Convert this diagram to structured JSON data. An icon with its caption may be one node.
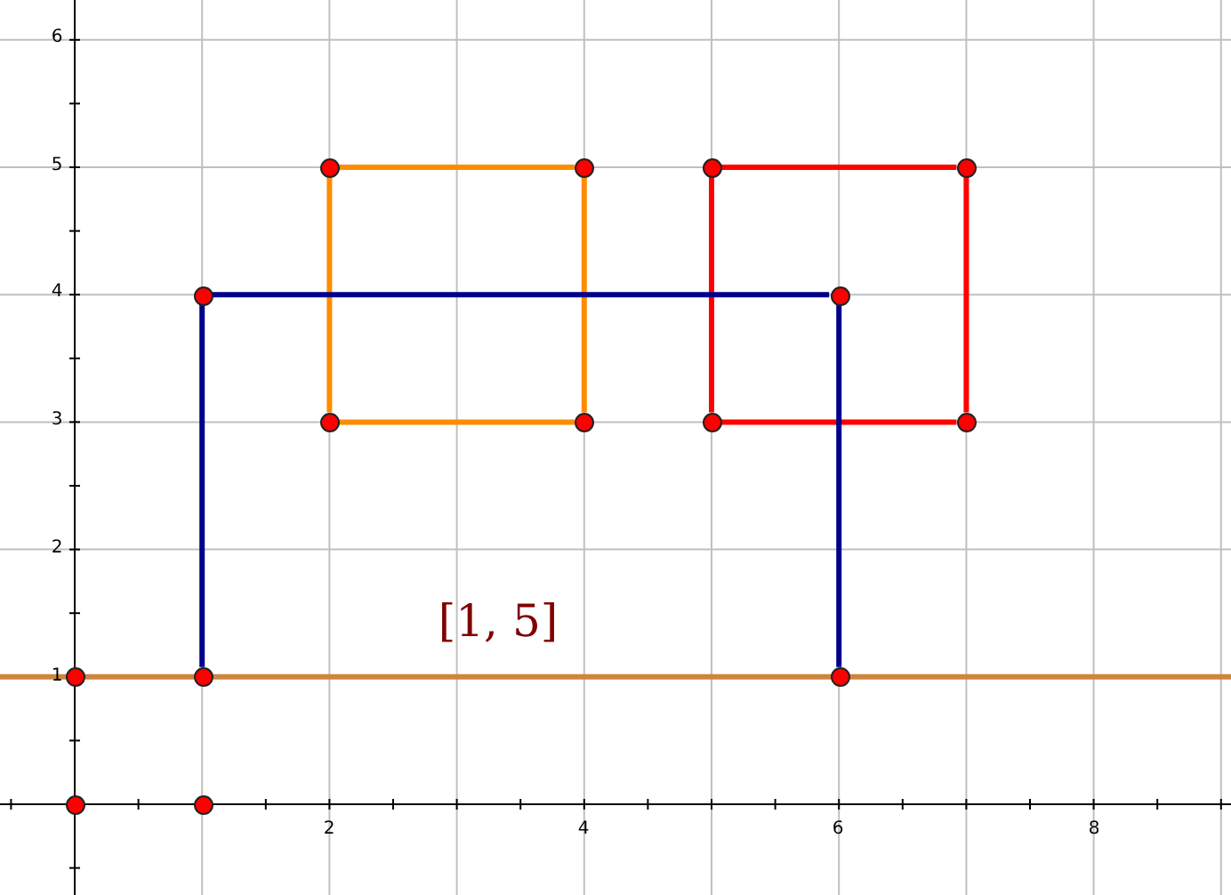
{
  "diagram": {
    "nodes": [
      {
        "text": [],
        "shape": "circle"
      },
      {
        "text": [],
        "shape": "circle"
      },
      {
        "text": [],
        "shape": "circle"
      },
      {
        "text": [],
        "shape": "circle"
      },
      {
        "text": [],
        "shape": "circle"
      },
      {
        "text": [],
        "shape": "circle"
      },
      {
        "text": [],
        "shape": "circle"
      },
      {
        "text": [],
        "shape": "circle"
      },
      {
        "text": [],
        "shape": "circle"
      },
      {
        "text": [],
        "shape": "circle"
      },
      {
        "text": [],
        "shape": "circle"
      },
      {
        "text": [],
        "shape": "circle"
      },
      {
        "text": [],
        "shape": "circle"
      },
      {
        "text": [],
        "shape": "circle"
      },
      {
        "text": [],
        "shape": "circle"
      }
    ],
    "edges": [
      {
        "from": 0,
        "to": 1,
        "arrow": "none",
        "color": "#ff8c00"
      },
      {
        "from": 0,
        "to": 2,
        "arrow": "none",
        "color": "#ff8c00"
      },
      {
        "from": 1,
        "to": 3,
        "arrow": "none",
        "color": "#ff8c00"
      },
      {
        "from": 2,
        "to": 3,
        "arrow": "none",
        "color": "#ff8c00"
      },
      {
        "from": 4,
        "to": 5,
        "arrow": "none",
        "color": "#ff0000"
      },
      {
        "from": 4,
        "to": 6,
        "arrow": "none",
        "color": "#ff0000"
      },
      {
        "from": 5,
        "to": 7,
        "arrow": "none",
        "color": "#ff0000"
      },
      {
        "from": 6,
        "to": 7,
        "arrow": "none",
        "color": "#ff0000"
      },
      {
        "from": 8,
        "to": 9,
        "arrow": "none",
        "color": "#00008b"
      },
      {
        "from": 8,
        "to": 11,
        "arrow": "none",
        "color": "#00008b"
      },
      {
        "from": 9,
        "to": 12,
        "arrow": "none",
        "color": "#00008b"
      }
    ],
    "labels": [
      "6",
      "5",
      "4",
      "3",
      "2",
      "[1, 5]",
      "1",
      "2",
      "4",
      "6",
      "8"
    ]
  }
}
